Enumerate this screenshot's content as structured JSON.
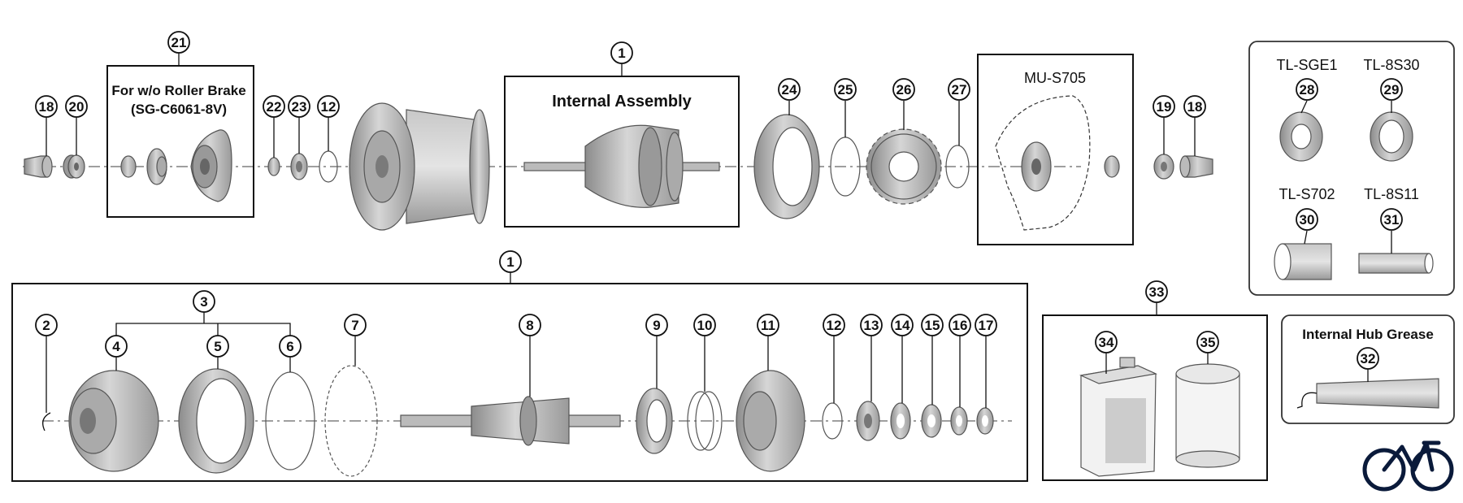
{
  "callouts": {
    "n1a": "1",
    "n1b": "1",
    "n2": "2",
    "n3": "3",
    "n4": "4",
    "n5": "5",
    "n6": "6",
    "n7": "7",
    "n8": "8",
    "n9": "9",
    "n10": "10",
    "n11": "11",
    "n12a": "12",
    "n12b": "12",
    "n13": "13",
    "n14": "14",
    "n15": "15",
    "n16": "16",
    "n17": "17",
    "n18a": "18",
    "n18b": "18",
    "n19": "19",
    "n20": "20",
    "n21": "21",
    "n22": "22",
    "n23": "23",
    "n24": "24",
    "n25": "25",
    "n26": "26",
    "n27": "27",
    "n28": "28",
    "n29": "29",
    "n30": "30",
    "n31": "31",
    "n32": "32",
    "n33": "33",
    "n34": "34",
    "n35": "35"
  },
  "labels": {
    "roller_brake_line1": "For w/o Roller Brake",
    "roller_brake_line2": "(SG-C6061-8V)",
    "internal_assembly": "Internal Assembly",
    "mu_s705": "MU-S705",
    "tl_sge1": "TL-SGE1",
    "tl_8s30": "TL-8S30",
    "tl_s702": "TL-S702",
    "tl_8s11": "TL-8S11",
    "internal_hub_grease": "Internal Hub Grease"
  },
  "colors": {
    "part_fill": "#b8b8b8",
    "part_dark": "#8a8a8a",
    "line": "#111111",
    "logo": "#0a1a3a"
  },
  "icons": {
    "logo": "bicycle-logo-icon"
  }
}
